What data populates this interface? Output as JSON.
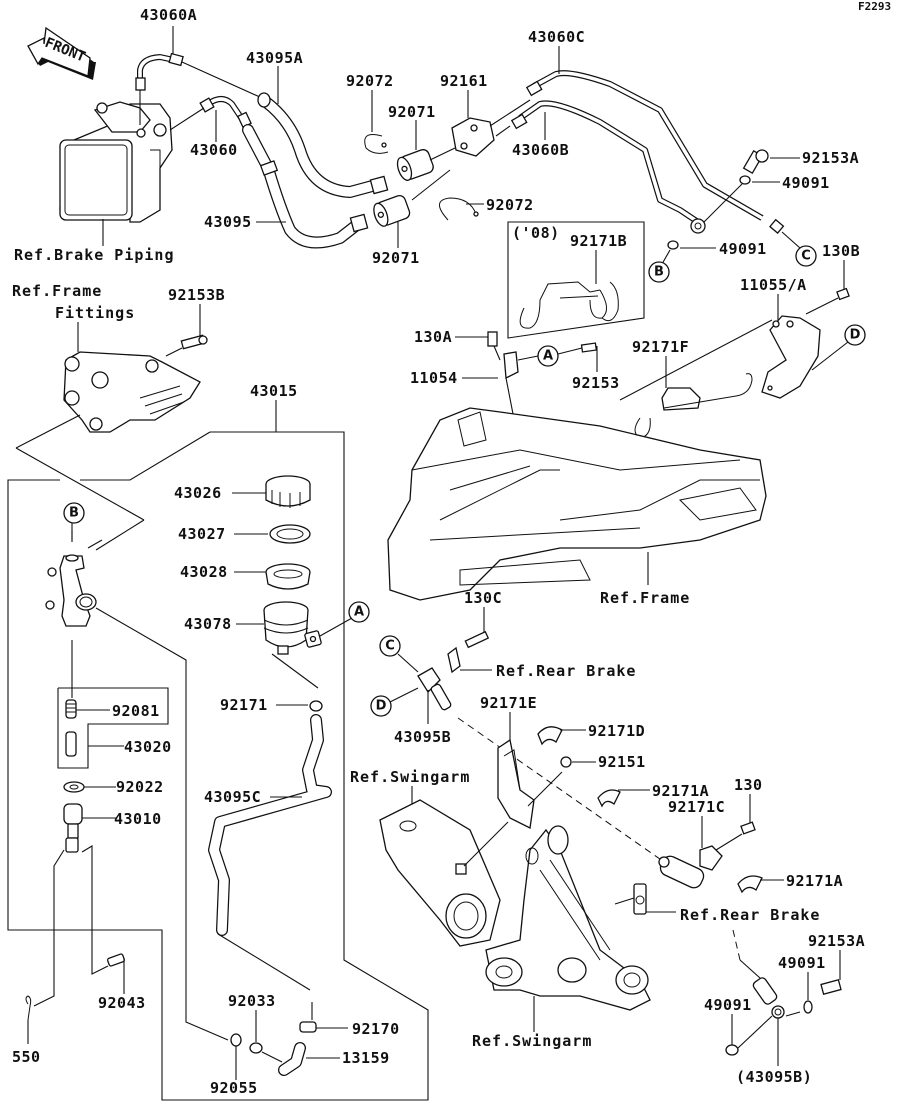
{
  "figure_code": "F2293",
  "orientation": {
    "label": "FRONT",
    "icon": "front-arrow-icon"
  },
  "callouts": {
    "A": "A",
    "B": "B",
    "C": "C",
    "D": "D"
  },
  "part_labels": {
    "p43060A": "43060A",
    "p43095A": "43095A",
    "p92072_top": "92072",
    "p92161": "92161",
    "p43060C": "43060C",
    "p92071_top": "92071",
    "p43060": "43060",
    "p43060B": "43060B",
    "p92153A_top": "92153A",
    "p49091_top": "49091",
    "p43095": "43095",
    "p92072_mid": "92072",
    "p92071_bot": "92071",
    "p08_note": "('08)",
    "p92171B": "92171B",
    "p49091_mid": "49091",
    "p130B": "130B",
    "p11055A": "11055/A",
    "p92153B": "92153B",
    "p130A": "130A",
    "p92171F": "92171F",
    "p11054": "11054",
    "p92153": "92153",
    "p43015": "43015",
    "p43026": "43026",
    "p43027": "43027",
    "p43028": "43028",
    "p43078": "43078",
    "p130C": "130C",
    "p92171": "92171",
    "p92081": "92081",
    "p43020": "43020",
    "p92171E": "92171E",
    "p92171D": "92171D",
    "p43095B": "43095B",
    "p92151": "92151",
    "p92022": "92022",
    "p43010": "43010",
    "p43095C": "43095C",
    "p92171A_1": "92171A",
    "p130": "130",
    "p92171C": "92171C",
    "p92171A_2": "92171A",
    "p92153A_bot": "92153A",
    "p49091_bot1": "49091",
    "p49091_bot2": "49091",
    "p92043": "92043",
    "p92033": "92033",
    "p92170": "92170",
    "p13159": "13159",
    "p550": "550",
    "p92055": "92055",
    "p43095B_paren": "(43095B)"
  },
  "references": {
    "brake_piping": "Ref.Brake Piping",
    "frame_fittings_1": "Ref.Frame",
    "frame_fittings_2": "Fittings",
    "frame": "Ref.Frame",
    "rear_brake_1": "Ref.Rear Brake",
    "swingarm_1": "Ref.Swingarm",
    "rear_brake_2": "Ref.Rear Brake",
    "swingarm_2": "Ref.Swingarm"
  }
}
